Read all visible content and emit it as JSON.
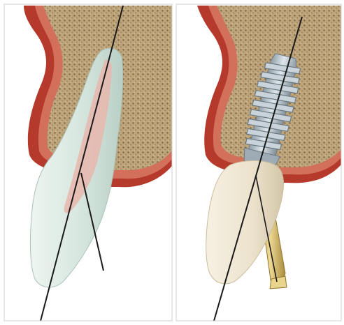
{
  "figure": {
    "panels": [
      {
        "id": "left",
        "subject": "natural-tooth-in-bone"
      },
      {
        "id": "right",
        "subject": "implant-with-crown-and-screw-channel"
      }
    ],
    "colors": {
      "background": "#ffffff",
      "bone": "#bca47a",
      "bone_dark": "#7a6543",
      "gingiva": "#b63a2c",
      "gingiva_light": "#d3705c",
      "tooth": "#d6e6de",
      "pulp": "#e8b6ad",
      "crown": "#eee5d2",
      "implant": "#b7c4cc",
      "screw_channel": "#d8c072",
      "axis_line": "#1a1a1a"
    }
  }
}
